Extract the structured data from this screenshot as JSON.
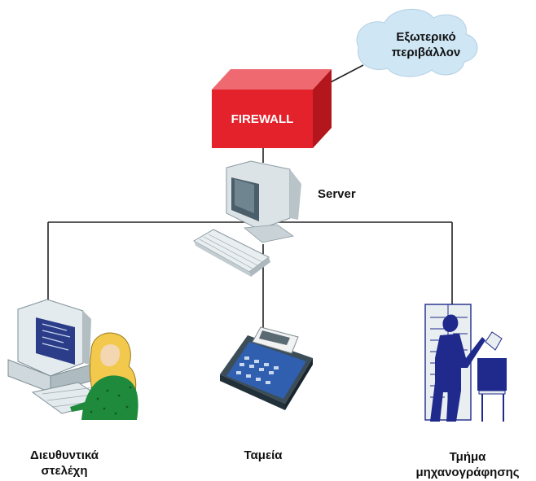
{
  "colors": {
    "firewall_front": "#e3222b",
    "firewall_top": "#ee6a70",
    "firewall_side": "#b3161d",
    "cloud_fill": "#cfe6f5",
    "connector": "#222222",
    "monitor_body": "#e4ebee",
    "monitor_screen": "#4a5f6a",
    "cashier_keys": "#2f5fae",
    "person_green": "#1f8a3b",
    "person_hair": "#f2c94c",
    "operator_blue": "#1f2a8c"
  },
  "nodes": {
    "firewall": {
      "label": "FIREWALL",
      "icon": "firewall-box-icon"
    },
    "external": {
      "line1": "Εξωτερικό",
      "line2": "περιβάλλον",
      "icon": "cloud-icon"
    },
    "server": {
      "label": "Server",
      "icon": "server-computer-icon"
    },
    "executives": {
      "line1": "Διευθυντικά",
      "line2": "στελέχη",
      "icon": "office-worker-computer-icon"
    },
    "cashiers": {
      "label": "Ταμεία",
      "icon": "cash-register-icon"
    },
    "computing": {
      "line1": "Τμήμα",
      "line2": "μηχανογράφησης",
      "icon": "mainframe-operator-icon"
    }
  }
}
